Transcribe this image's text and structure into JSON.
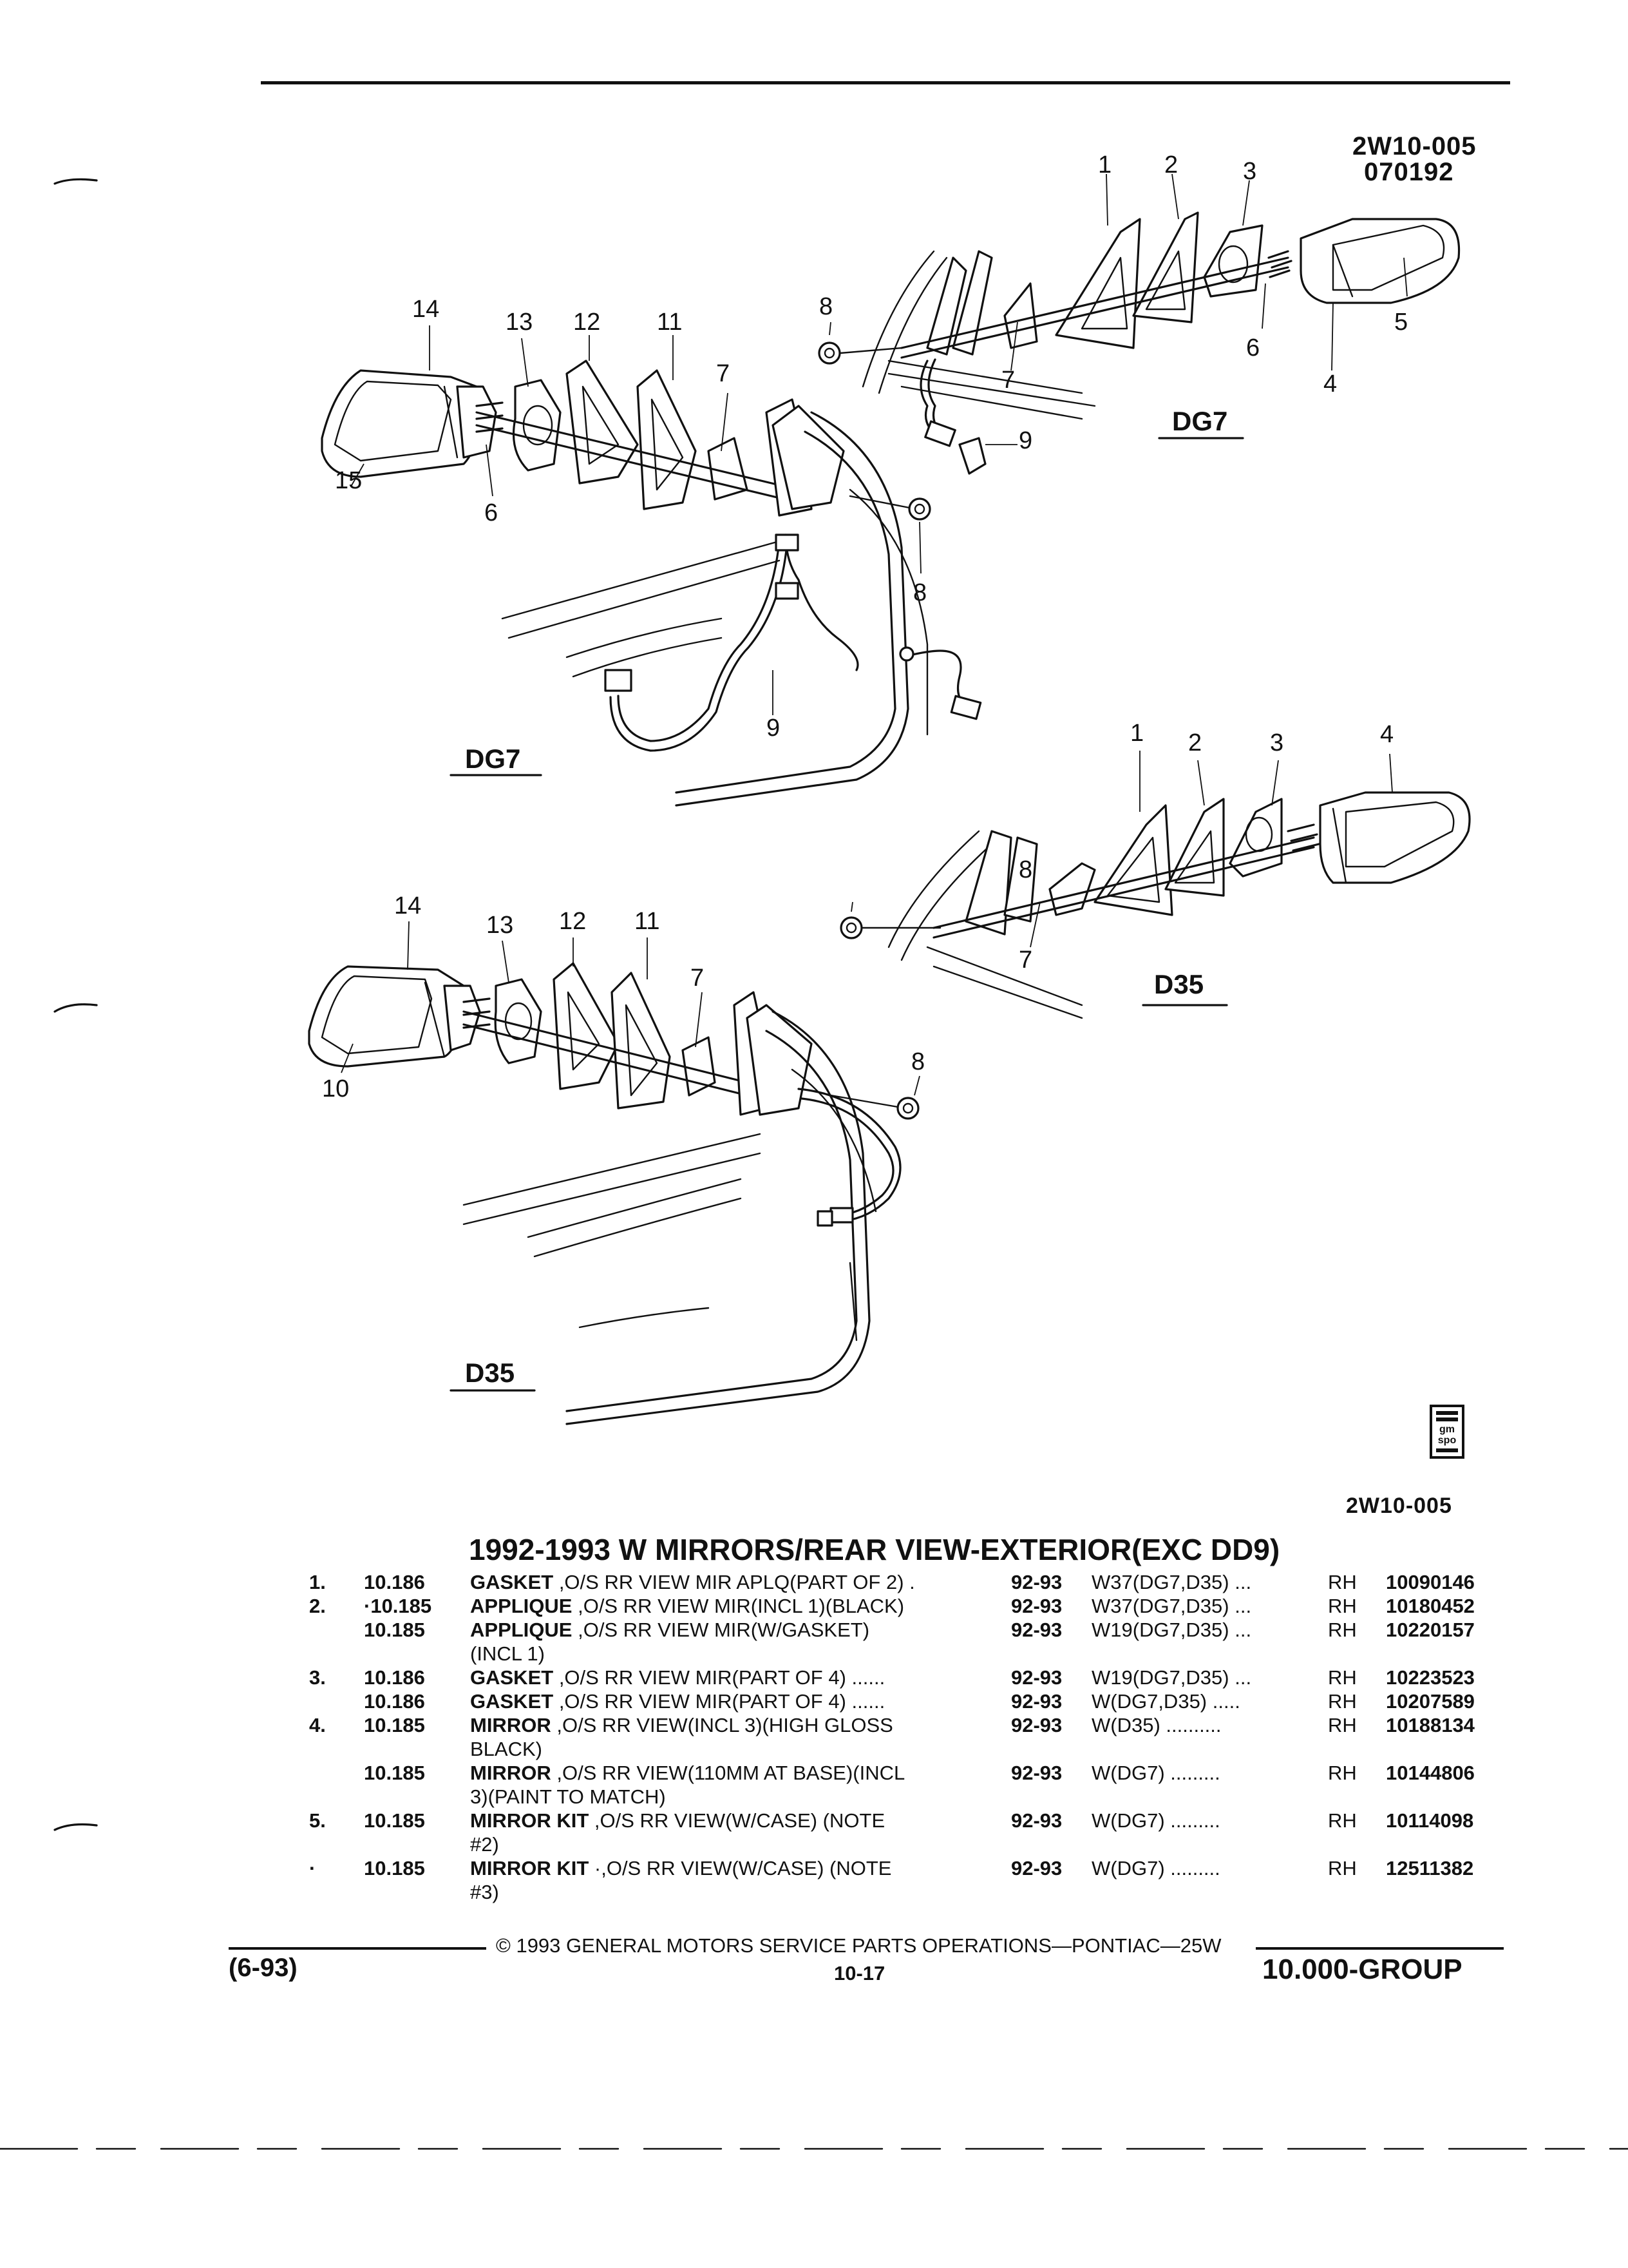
{
  "header": {
    "ref_code": "2W10-005",
    "ref_date": "070192"
  },
  "diagram": {
    "labels": {
      "dg7_top": "DG7",
      "dg7_left": "DG7",
      "d35_right": "D35",
      "d35_left": "D35"
    },
    "callouts": {
      "n1": "1",
      "n2": "2",
      "n3": "3",
      "n4": "4",
      "n5": "5",
      "n6": "6",
      "n7": "7",
      "n8": "8",
      "n9": "9",
      "n10": "10",
      "n11": "11",
      "n12": "12",
      "n13": "13",
      "n14": "14",
      "n15": "15"
    },
    "logo_text": "gm spo",
    "bottom_ref": "2W10-005"
  },
  "parts_list": {
    "title": "1992-1993 W MIRRORS/REAR VIEW-EXTERIOR(EXC DD9)",
    "rows": [
      {
        "item": "1.",
        "group": "10.186",
        "name": "GASKET",
        "desc": ",O/S RR VIEW MIR APLQ(PART OF 2) .",
        "years": "92-93",
        "app": "W37(DG7,D35) ...",
        "side": "RH",
        "pn": "10090146"
      },
      {
        "item": "2.",
        "group": "·10.185",
        "name": "APPLIQUE",
        "desc": ",O/S RR VIEW MIR(INCL 1)(BLACK)",
        "years": "92-93",
        "app": "W37(DG7,D35) ...",
        "side": "RH",
        "pn": "10180452"
      },
      {
        "item": "",
        "group": "10.185",
        "name": "APPLIQUE",
        "desc": ",O/S RR VIEW MIR(W/GASKET)",
        "years": "92-93",
        "app": "W19(DG7,D35) ...",
        "side": "RH",
        "pn": "10220157"
      },
      {
        "item": "",
        "group": "",
        "name": "",
        "desc": "(INCL 1)",
        "years": "",
        "app": "",
        "side": "",
        "pn": ""
      },
      {
        "item": "3.",
        "group": "10.186",
        "name": "GASKET",
        "desc": ",O/S RR VIEW MIR(PART OF 4) ......",
        "years": "92-93",
        "app": "W19(DG7,D35) ...",
        "side": "RH",
        "pn": "10223523"
      },
      {
        "item": "",
        "group": "10.186",
        "name": "GASKET",
        "desc": ",O/S RR VIEW MIR(PART OF 4) ......",
        "years": "92-93",
        "app": "W(DG7,D35) .....",
        "side": "RH",
        "pn": "10207589"
      },
      {
        "item": "4.",
        "group": "10.185",
        "name": "MIRROR",
        "desc": ",O/S RR VIEW(INCL 3)(HIGH GLOSS",
        "years": "92-93",
        "app": "W(D35) ..........",
        "side": "RH",
        "pn": "10188134"
      },
      {
        "item": "",
        "group": "",
        "name": "",
        "desc": "BLACK)",
        "years": "",
        "app": "",
        "side": "",
        "pn": ""
      },
      {
        "item": "",
        "group": "10.185",
        "name": "MIRROR",
        "desc": ",O/S RR VIEW(110MM AT BASE)(INCL",
        "years": "92-93",
        "app": "W(DG7) .........",
        "side": "RH",
        "pn": "10144806"
      },
      {
        "item": "",
        "group": "",
        "name": "",
        "desc": "3)(PAINT TO MATCH)",
        "years": "",
        "app": "",
        "side": "",
        "pn": ""
      },
      {
        "item": "5.",
        "group": "10.185",
        "name": "MIRROR KIT",
        "desc": ",O/S RR VIEW(W/CASE) (NOTE",
        "years": "92-93",
        "app": "W(DG7) .........",
        "side": "RH",
        "pn": "10114098"
      },
      {
        "item": "",
        "group": "",
        "name": "",
        "desc": "#2)",
        "years": "",
        "app": "",
        "side": "",
        "pn": ""
      },
      {
        "item": "·",
        "group": "10.185",
        "name": "MIRROR KIT",
        "desc": "·,O/S RR VIEW(W/CASE) (NOTE",
        "years": "92-93",
        "app": "W(DG7) .........",
        "side": "RH",
        "pn": "12511382"
      },
      {
        "item": "",
        "group": "",
        "name": "",
        "desc": "#3)",
        "years": "",
        "app": "",
        "side": "",
        "pn": ""
      }
    ]
  },
  "footer": {
    "copyright": "© 1993 GENERAL MOTORS SERVICE PARTS OPERATIONS—PONTIAC—25W",
    "date": "(6-93)",
    "page": "10-17",
    "group": "10.000-GROUP"
  }
}
